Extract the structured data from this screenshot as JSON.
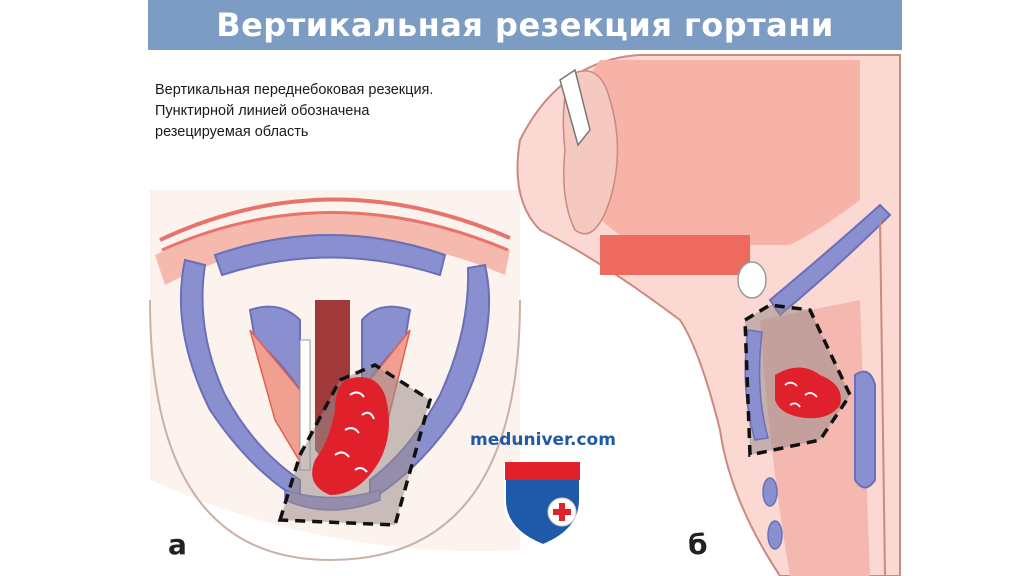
{
  "header": {
    "title": "Вертикальная резекция гортани"
  },
  "caption": {
    "line1": "Вертикальная переднебоковая резекция.",
    "line2": "Пунктирной линией обозначена",
    "line3": "резецируемая область"
  },
  "panels": {
    "a_label": "а",
    "b_label": "б"
  },
  "watermark": {
    "text": "meduniver.com"
  },
  "colors": {
    "title_bar": "#7d9cc4",
    "cartilage": "#8a8fd0",
    "muscle": "#e8736a",
    "tumor": "#e0202a",
    "tissue_pink": "#f4b8b0",
    "resection_zone": "#9c8c8c"
  }
}
